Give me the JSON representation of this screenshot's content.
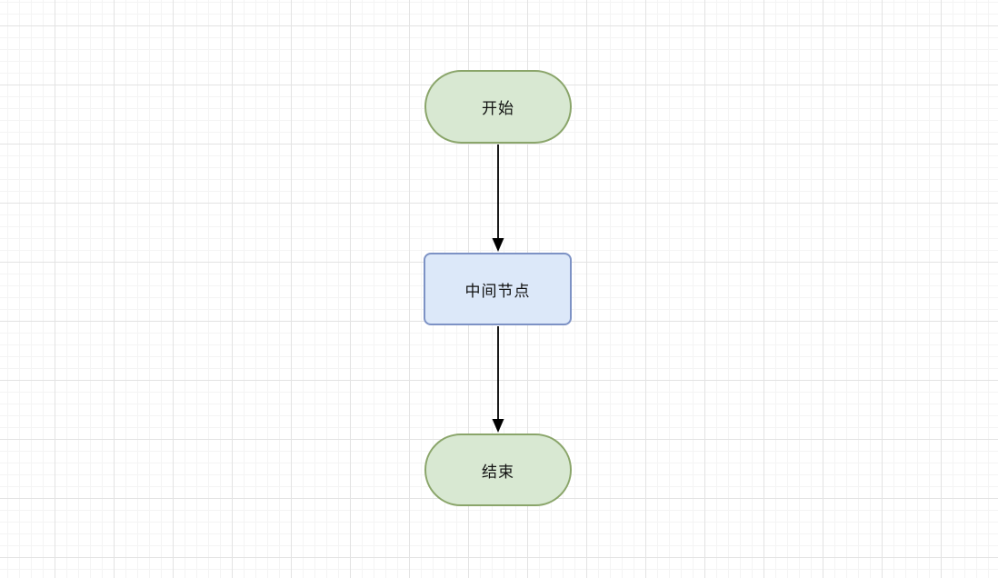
{
  "canvas": {
    "background_color": "#ffffff",
    "grid_minor_color": "#f4f4f4",
    "grid_major_color": "#e3e3e3"
  },
  "diagram": {
    "type": "flowchart",
    "direction": "top-to-bottom",
    "nodes": [
      {
        "id": "start",
        "label": "开始",
        "shape": "stadium",
        "fill": "#d8e8d2",
        "stroke": "#8aa56a"
      },
      {
        "id": "middle",
        "label": "中间节点",
        "shape": "rounded-rectangle",
        "fill": "#dce8f9",
        "stroke": "#7d92c5"
      },
      {
        "id": "end",
        "label": "结束",
        "shape": "stadium",
        "fill": "#d8e8d2",
        "stroke": "#8aa56a"
      }
    ],
    "edges": [
      {
        "from": "start",
        "to": "middle",
        "style": "straight-arrow",
        "color": "#000000"
      },
      {
        "from": "middle",
        "to": "end",
        "style": "straight-arrow",
        "color": "#000000"
      }
    ]
  }
}
